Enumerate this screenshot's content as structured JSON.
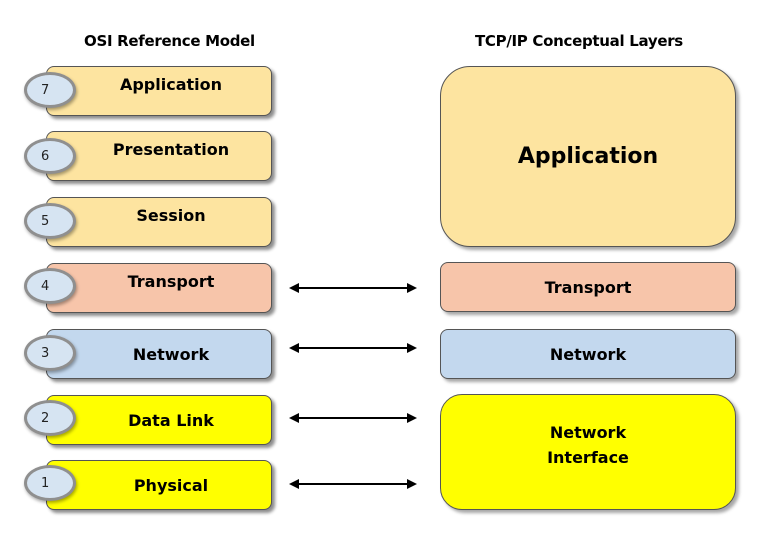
{
  "osi": {
    "title": "OSI Reference Model",
    "layers": [
      {
        "number": "7",
        "label": "Application"
      },
      {
        "number": "6",
        "label": "Presentation"
      },
      {
        "number": "5",
        "label": "Session"
      },
      {
        "number": "4",
        "label": "Transport"
      },
      {
        "number": "3",
        "label": "Network"
      },
      {
        "number": "2",
        "label": "Data Link"
      },
      {
        "number": "1",
        "label": "Physical"
      }
    ]
  },
  "tcpip": {
    "title": "TCP/IP Conceptual Layers",
    "layers": [
      {
        "label": "Application"
      },
      {
        "label": "Transport"
      },
      {
        "label": "Network"
      },
      {
        "label_line1": "Network",
        "label_line2": "Interface"
      }
    ]
  },
  "colors": {
    "application": "#fde4a0",
    "transport": "#f7c5aa",
    "network": "#c3d8ee",
    "physical": "#ffff00"
  }
}
